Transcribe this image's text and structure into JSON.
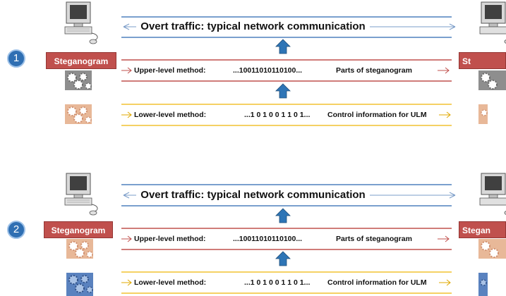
{
  "panels": [
    {
      "number": "1",
      "overt_label": "Overt traffic: typical network communication",
      "steganogram_left": "Steganogram",
      "steganogram_right": "St",
      "upper": {
        "method": "Upper-level method:",
        "bits": "...10011010110100...",
        "payload": "Parts of steganogram"
      },
      "lower": {
        "method": "Lower-level method:",
        "bits": "...1 0 1 0 0 1 1 0 1...",
        "payload": "Control information for ULM"
      },
      "gear_colors": {
        "upper": "#8e8e8e",
        "lower": "#e8b898"
      }
    },
    {
      "number": "2",
      "overt_label": "Overt traffic: typical network communication",
      "steganogram_left": "Steganogram",
      "steganogram_right": "Stegan",
      "upper": {
        "method": "Upper-level method:",
        "bits": "...10011010110100...",
        "payload": "Parts of steganogram"
      },
      "lower": {
        "method": "Lower-level method:",
        "bits": "...1 0 1 0 0 1 1 0 1...",
        "payload": "Control information for ULM"
      },
      "gear_colors": {
        "upper": "#e8b898",
        "lower": "#5a82bf"
      }
    }
  ],
  "colors": {
    "overt_line": "#4f81bd",
    "upper_line": "#c0504d",
    "lower_line": "#f2c230",
    "arrow_up": "#2e75b6",
    "steg_box": "#c0504d"
  },
  "icons": [
    "computer-icon",
    "gears-icon",
    "up-arrow-icon",
    "right-arrow-icon",
    "left-arrow-icon"
  ]
}
